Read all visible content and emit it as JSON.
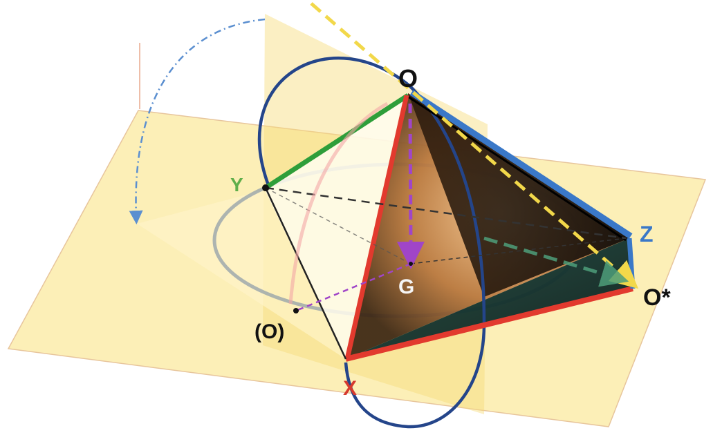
{
  "labels": {
    "apex": "O",
    "y_vertex": "Y",
    "z_vertex": "Z",
    "x_vertex": "X",
    "centroid": "G",
    "folded_apex": "O*",
    "rotated_apex": "(O)"
  },
  "colors": {
    "plane": "#fbeaa0",
    "vertical_plane": "#f6dc7a",
    "edge_oy": "#2e9e3a",
    "edge_oz": "#3a78c8",
    "edge_ox": "#e23a2e",
    "ellipse": "#24458a",
    "dashed_yellow": "#f2d84a",
    "arrow_purple": "#a045c8",
    "arrow_green": "#4e9e7a",
    "arc_blue": "#5b8fd0",
    "label_y": "#5fae4a",
    "label_z": "#3a78c8",
    "label_x": "#d63a2e",
    "label_g": "#f5f5f5",
    "label_dark": "#111111"
  }
}
